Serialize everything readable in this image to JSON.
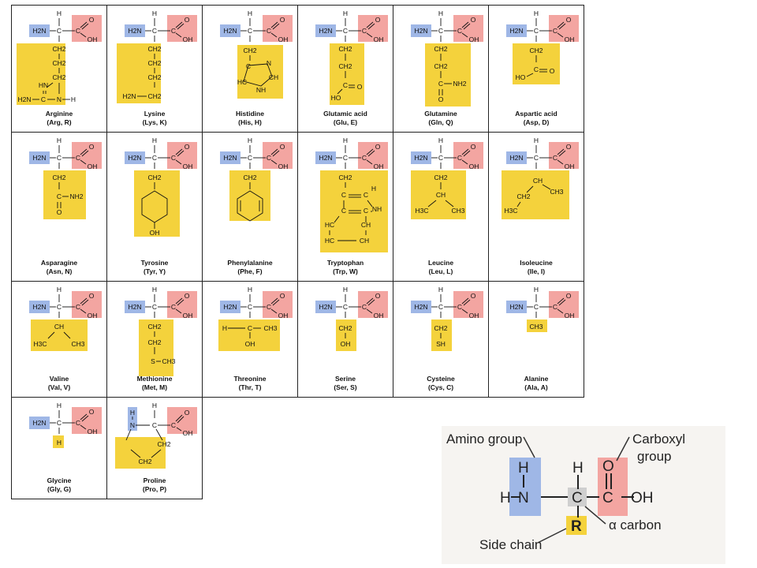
{
  "atoms": {
    "h": "H",
    "h2n": "H2N",
    "c": "C",
    "o": "O",
    "oh": "OH",
    "n": "N",
    "ch": "CH",
    "ch2": "CH2",
    "ch3": "CH3",
    "h3c": "H3C",
    "hc": "HC",
    "nh": "NH",
    "nh2": "NH2",
    "hn": "HN",
    "ho": "HO",
    "s": "S",
    "sh": "SH",
    "r": "R"
  },
  "amino_acids": [
    {
      "name": "Arginine",
      "abbr": "(Arg, R)"
    },
    {
      "name": "Lysine",
      "abbr": "(Lys, K)"
    },
    {
      "name": "Histidine",
      "abbr": "(His, H)"
    },
    {
      "name": "Glutamic acid",
      "abbr": "(Glu, E)"
    },
    {
      "name": "Glutamine",
      "abbr": "(Gln, Q)"
    },
    {
      "name": "Aspartic acid",
      "abbr": "(Asp, D)"
    },
    {
      "name": "Asparagine",
      "abbr": "(Asn, N)"
    },
    {
      "name": "Tyrosine",
      "abbr": "(Tyr, Y)"
    },
    {
      "name": "Phenylalanine",
      "abbr": "(Phe, F)"
    },
    {
      "name": "Tryptophan",
      "abbr": "(Trp, W)"
    },
    {
      "name": "Leucine",
      "abbr": "(Leu, L)"
    },
    {
      "name": "Isoleucine",
      "abbr": "(Ile, I)"
    },
    {
      "name": "Valine",
      "abbr": "(Val, V)"
    },
    {
      "name": "Methionine",
      "abbr": "(Met, M)"
    },
    {
      "name": "Threonine",
      "abbr": "(Thr, T)"
    },
    {
      "name": "Serine",
      "abbr": "(Ser, S)"
    },
    {
      "name": "Cysteine",
      "abbr": "(Cys, C)"
    },
    {
      "name": "Alanine",
      "abbr": "(Ala, A)"
    },
    {
      "name": "Glycine",
      "abbr": "(Gly, G)"
    },
    {
      "name": "Proline",
      "abbr": "(Pro, P)"
    }
  ],
  "legend": {
    "amino_group": "Amino group",
    "carboxyl_line1": "Carboxyl",
    "carboxyl_line2": "group",
    "alpha_carbon": "α carbon",
    "side_chain": "Side chain",
    "h": "H",
    "n": "N",
    "c": "C",
    "o": "O",
    "oh": "OH",
    "r": "R"
  },
  "colors": {
    "amino_group": "#9fb7e6",
    "carboxyl_group": "#f3a5a1",
    "side_chain": "#f4d23c"
  }
}
